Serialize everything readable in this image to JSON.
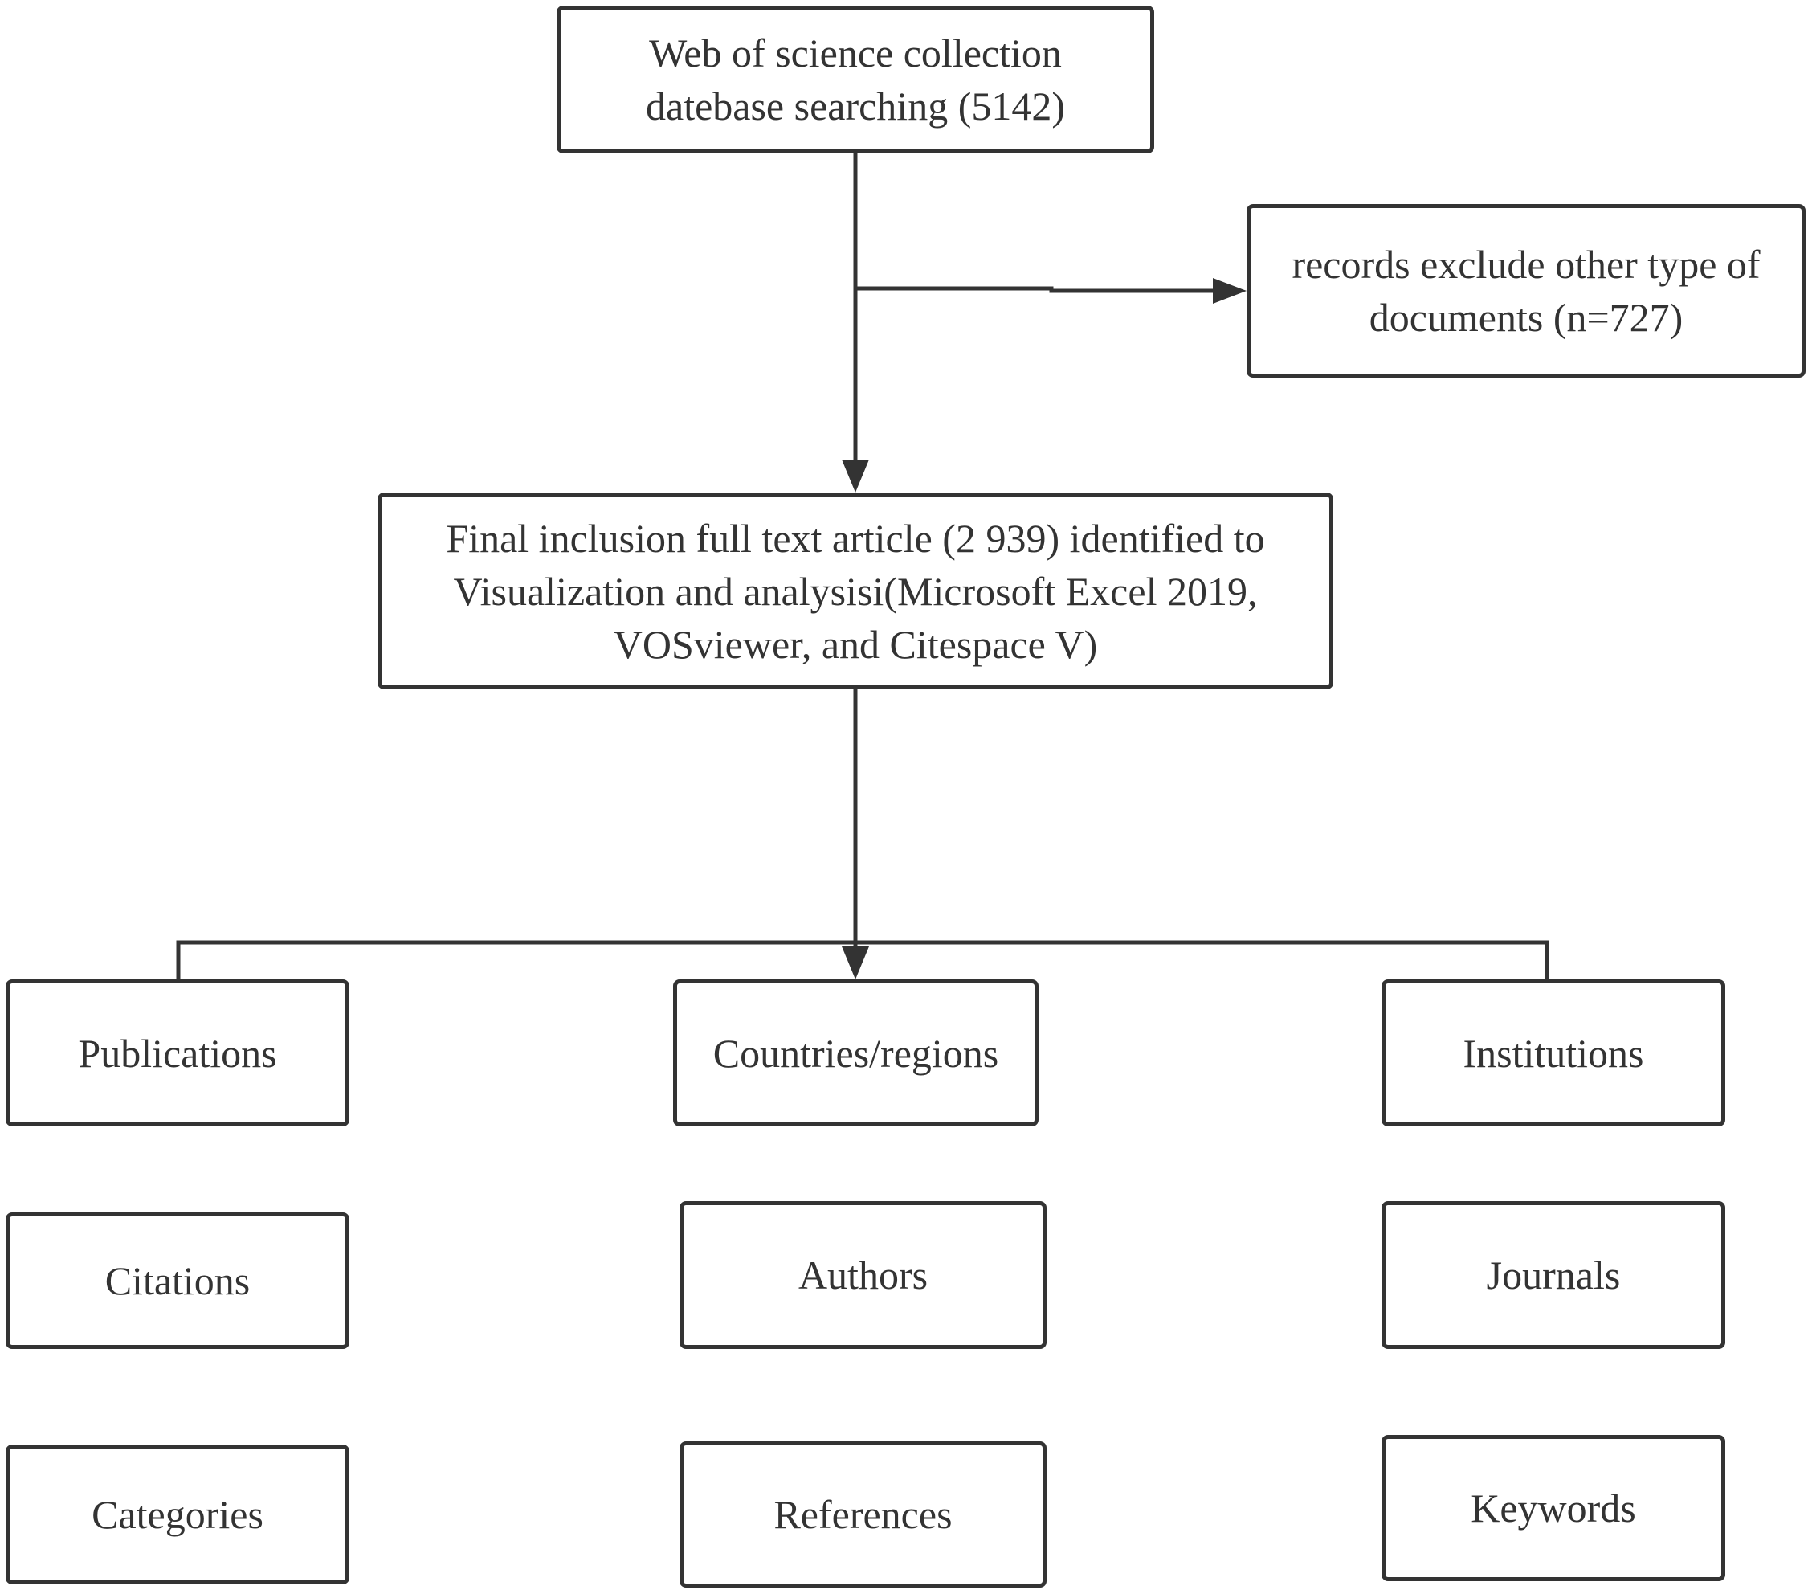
{
  "flowchart": {
    "search": {
      "text": "Web of science collection\ndatebase searching (5142)"
    },
    "excluded": {
      "text": "records exclude other type of\ndocuments (n=727)"
    },
    "final": {
      "text": "Final inclusion full text article (2 939)  identified to\nVisualization and analysisi(Microsoft Excel 2019,\nVOSviewer, and Citespace V)"
    },
    "analysis_items": {
      "publications": "Publications",
      "countries": "Countries/regions",
      "institutions": "Institutions",
      "citations": "Citations",
      "authors": "Authors",
      "journals": "Journals",
      "categories": "Categories",
      "references": "References",
      "keywords": "Keywords"
    }
  },
  "colors": {
    "line": "#333333",
    "box_border": "#333333",
    "box_fill": "#ffffff",
    "text": "#333333"
  }
}
